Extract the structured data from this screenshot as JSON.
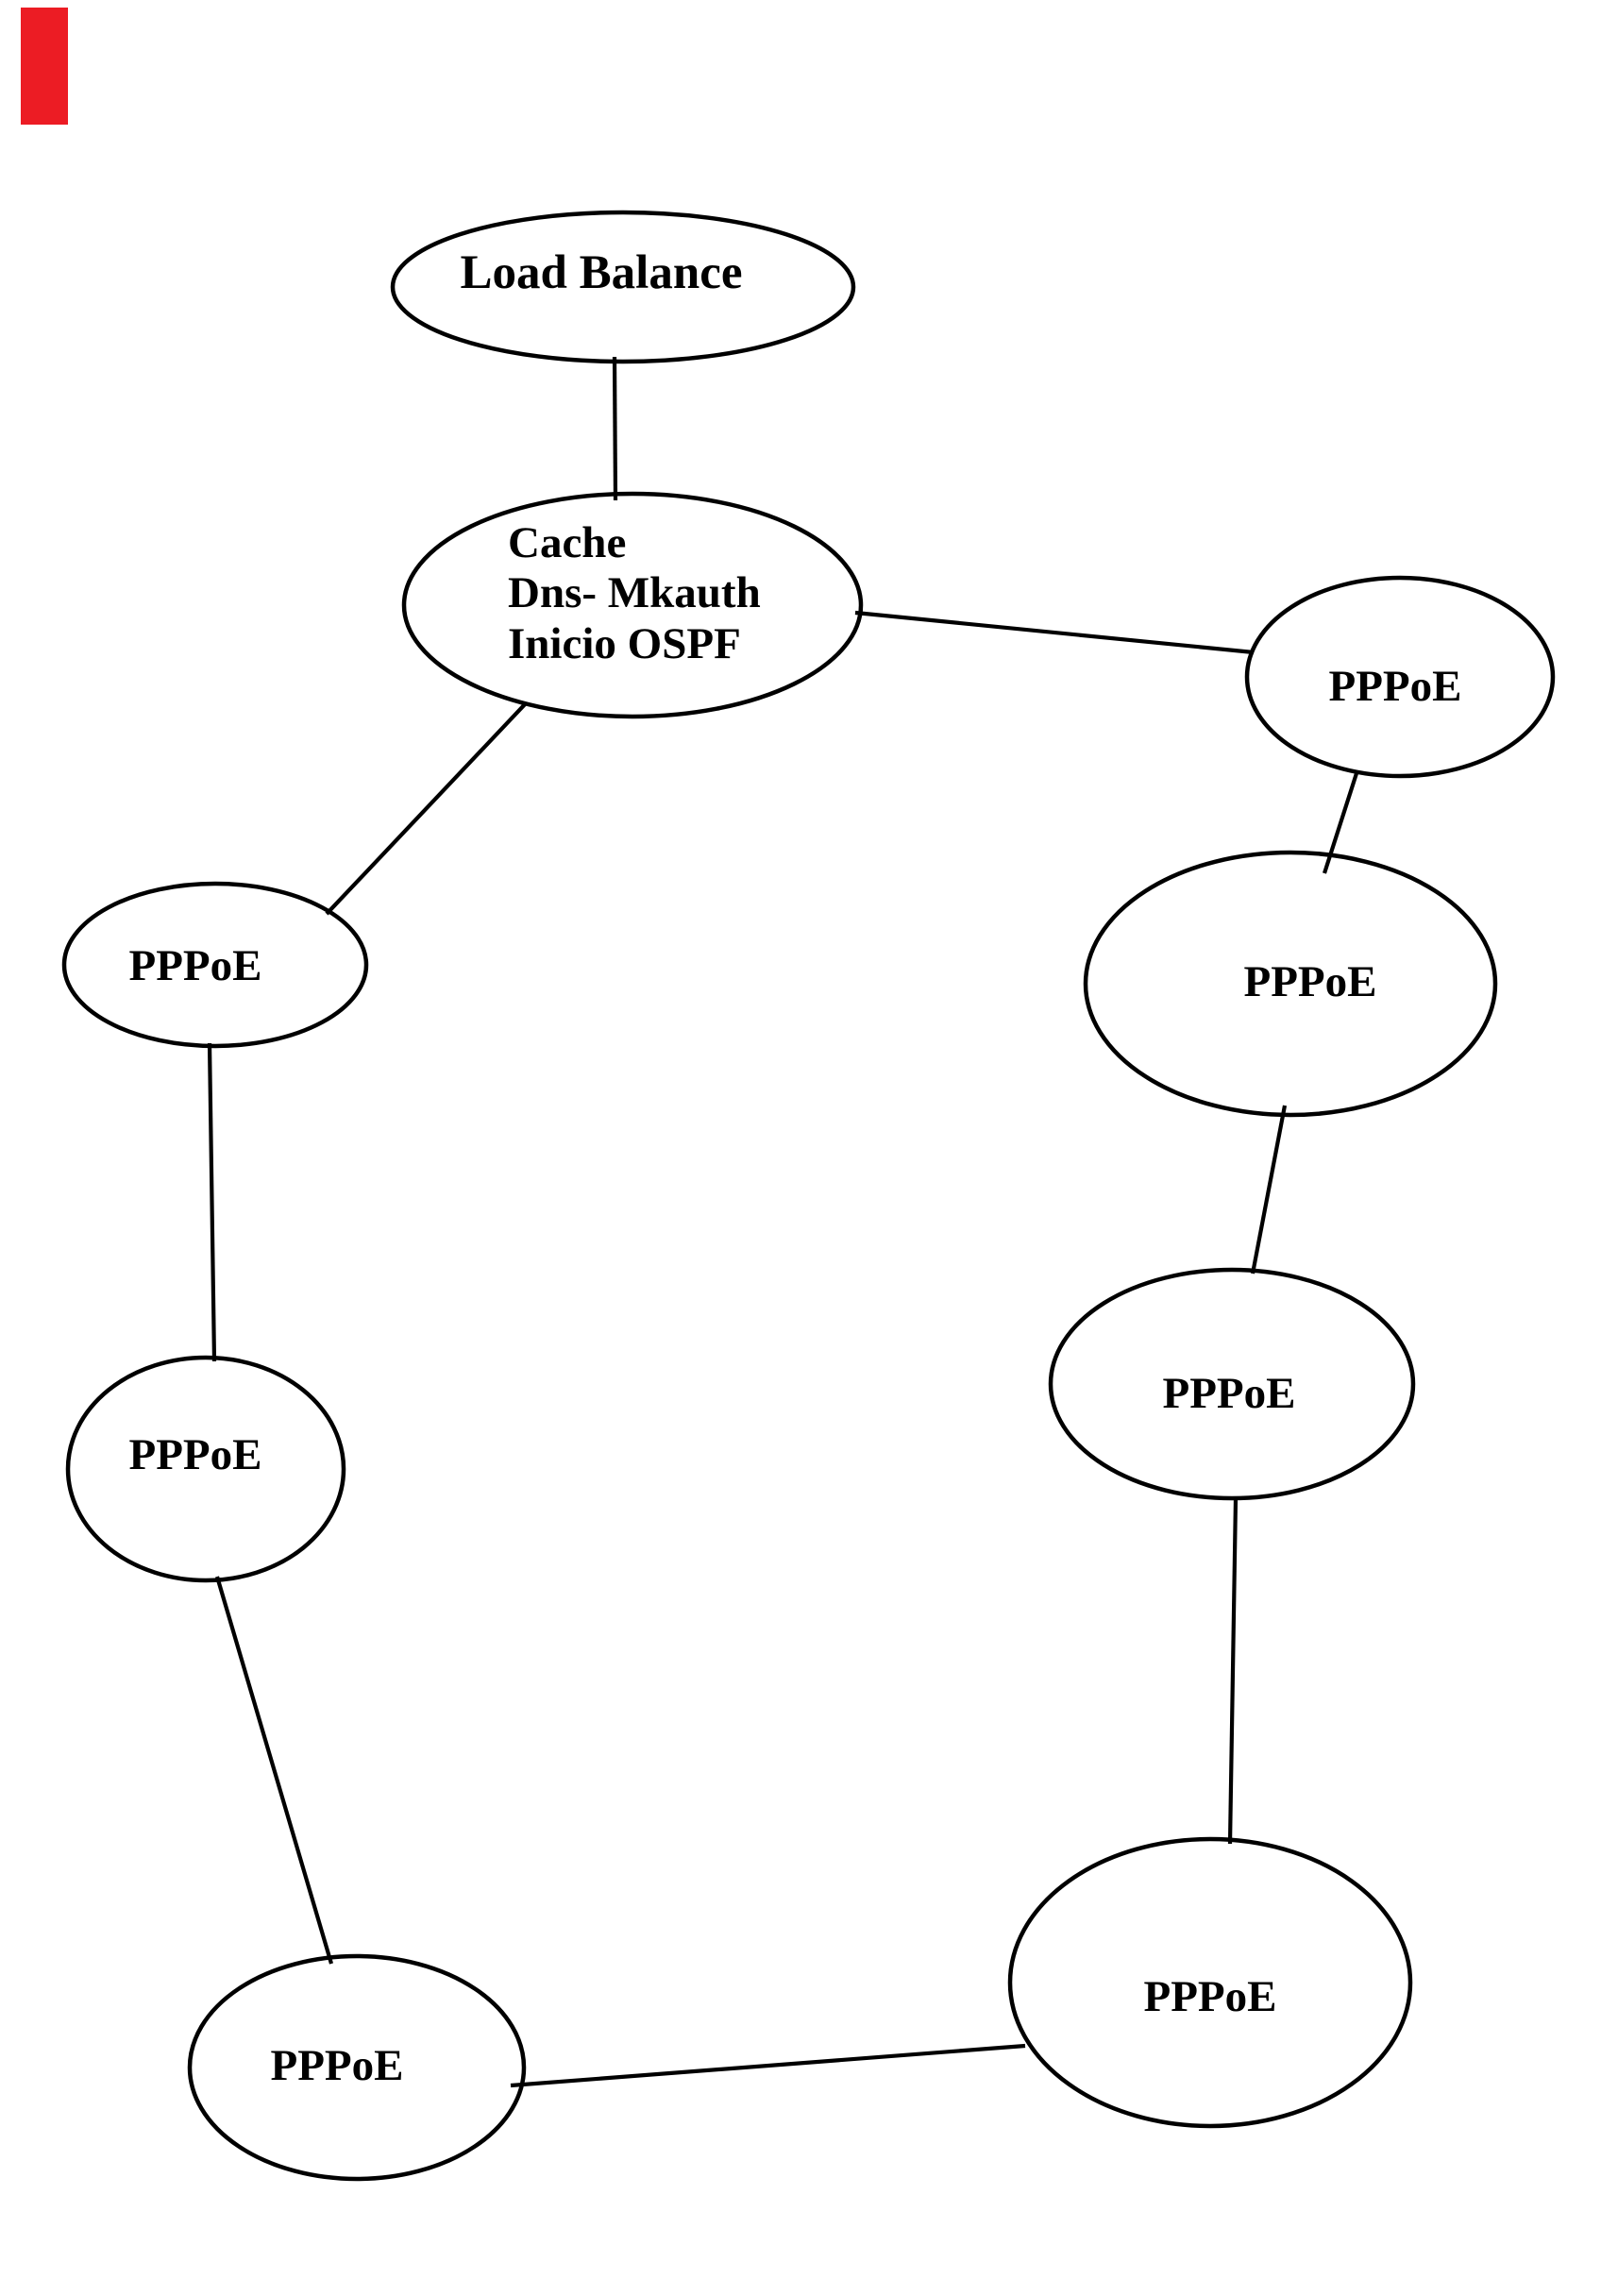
{
  "diagram": {
    "background": "#ffffff",
    "stroke_color": "#000000",
    "text_color": "#000000",
    "marker": {
      "shape": "red-rectangle",
      "color": "#ec1c24"
    },
    "nodes": [
      {
        "id": "load-balance",
        "label": "Load Balance"
      },
      {
        "id": "cache-dns-mkauth-inicio-ospf",
        "lines": [
          "Cache",
          "Dns- Mkauth",
          "Inicio OSPF"
        ]
      },
      {
        "id": "pppoe-right-1",
        "label": "PPPoE"
      },
      {
        "id": "pppoe-right-2",
        "label": "PPPoE"
      },
      {
        "id": "pppoe-right-3",
        "label": "PPPoE"
      },
      {
        "id": "pppoe-right-4",
        "label": "PPPoE"
      },
      {
        "id": "pppoe-left-1",
        "label": "PPPoE"
      },
      {
        "id": "pppoe-left-2",
        "label": "PPPoE"
      },
      {
        "id": "pppoe-left-3",
        "label": "PPPoE"
      }
    ],
    "edges": [
      {
        "from": "load-balance",
        "to": "cache-dns-mkauth-inicio-ospf"
      },
      {
        "from": "cache-dns-mkauth-inicio-ospf",
        "to": "pppoe-right-1"
      },
      {
        "from": "cache-dns-mkauth-inicio-ospf",
        "to": "pppoe-left-1"
      },
      {
        "from": "pppoe-right-1",
        "to": "pppoe-right-2"
      },
      {
        "from": "pppoe-right-2",
        "to": "pppoe-right-3"
      },
      {
        "from": "pppoe-right-3",
        "to": "pppoe-right-4"
      },
      {
        "from": "pppoe-left-1",
        "to": "pppoe-left-2"
      },
      {
        "from": "pppoe-left-2",
        "to": "pppoe-left-3"
      },
      {
        "from": "pppoe-left-3",
        "to": "pppoe-right-4"
      }
    ]
  }
}
